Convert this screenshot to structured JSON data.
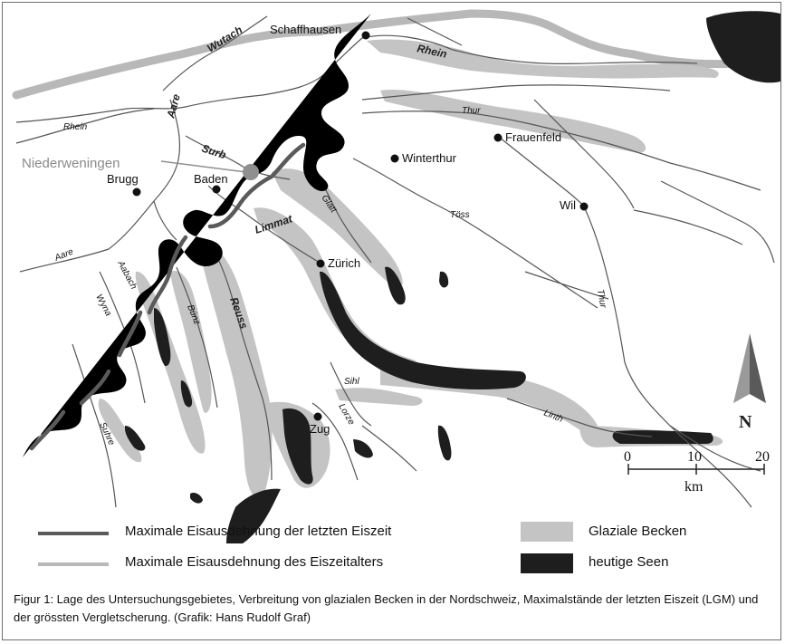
{
  "map": {
    "cities": [
      {
        "id": "schaffhausen",
        "label": "Schaffhausen"
      },
      {
        "id": "winterthur",
        "label": "Winterthur"
      },
      {
        "id": "frauenfeld",
        "label": "Frauenfeld"
      },
      {
        "id": "brugg",
        "label": "Brugg"
      },
      {
        "id": "baden",
        "label": "Baden"
      },
      {
        "id": "zuerich",
        "label": "Zürich"
      },
      {
        "id": "wil",
        "label": "Wil"
      },
      {
        "id": "zug",
        "label": "Zug"
      }
    ],
    "site_label": "Niederweningen",
    "rivers": {
      "wutach": "Wutach",
      "rhein_top": "Rhein",
      "rhein_left": "Rhein",
      "aare_top": "Aare",
      "aare_left": "Aare",
      "surb": "Surb",
      "thur_top": "Thur",
      "thur_right": "Thur",
      "glatt": "Glatt",
      "toess": "Töss",
      "limmat": "Limmat",
      "aabach": "Aabach",
      "wyna": "Wyna",
      "buenz": "Bünz",
      "reuss": "Reuss",
      "sihl": "Sihl",
      "lorze": "Lorze",
      "suhre": "Suhre",
      "linth": "Linth"
    },
    "north_label": "N",
    "scale": {
      "ticks": [
        "0",
        "10",
        "20"
      ],
      "unit": "km"
    },
    "colors": {
      "lgm_line": "#5a5a5a",
      "max_ice_line": "#b8b8b8",
      "basin_fill": "#c4c4c4",
      "lakes_fill": "#1e1e1e",
      "site_dot": "#8f8f8f"
    }
  },
  "legend": {
    "lgm": "Maximale Eisausdehnung der letzten Eiszeit",
    "max_ice": "Maximale Eisausdehnung des Eiszeitalters",
    "basins": "Glaziale Becken",
    "lakes": "heutige Seen"
  },
  "caption": "Figur 1: Lage des Untersuchungsgebietes, Verbreitung von glazialen Becken in der Nordschweiz, Maximalstände der letzten Eiszeit (LGM) und der grössten Vergletscherung. (Grafik: Hans Rudolf Graf)"
}
